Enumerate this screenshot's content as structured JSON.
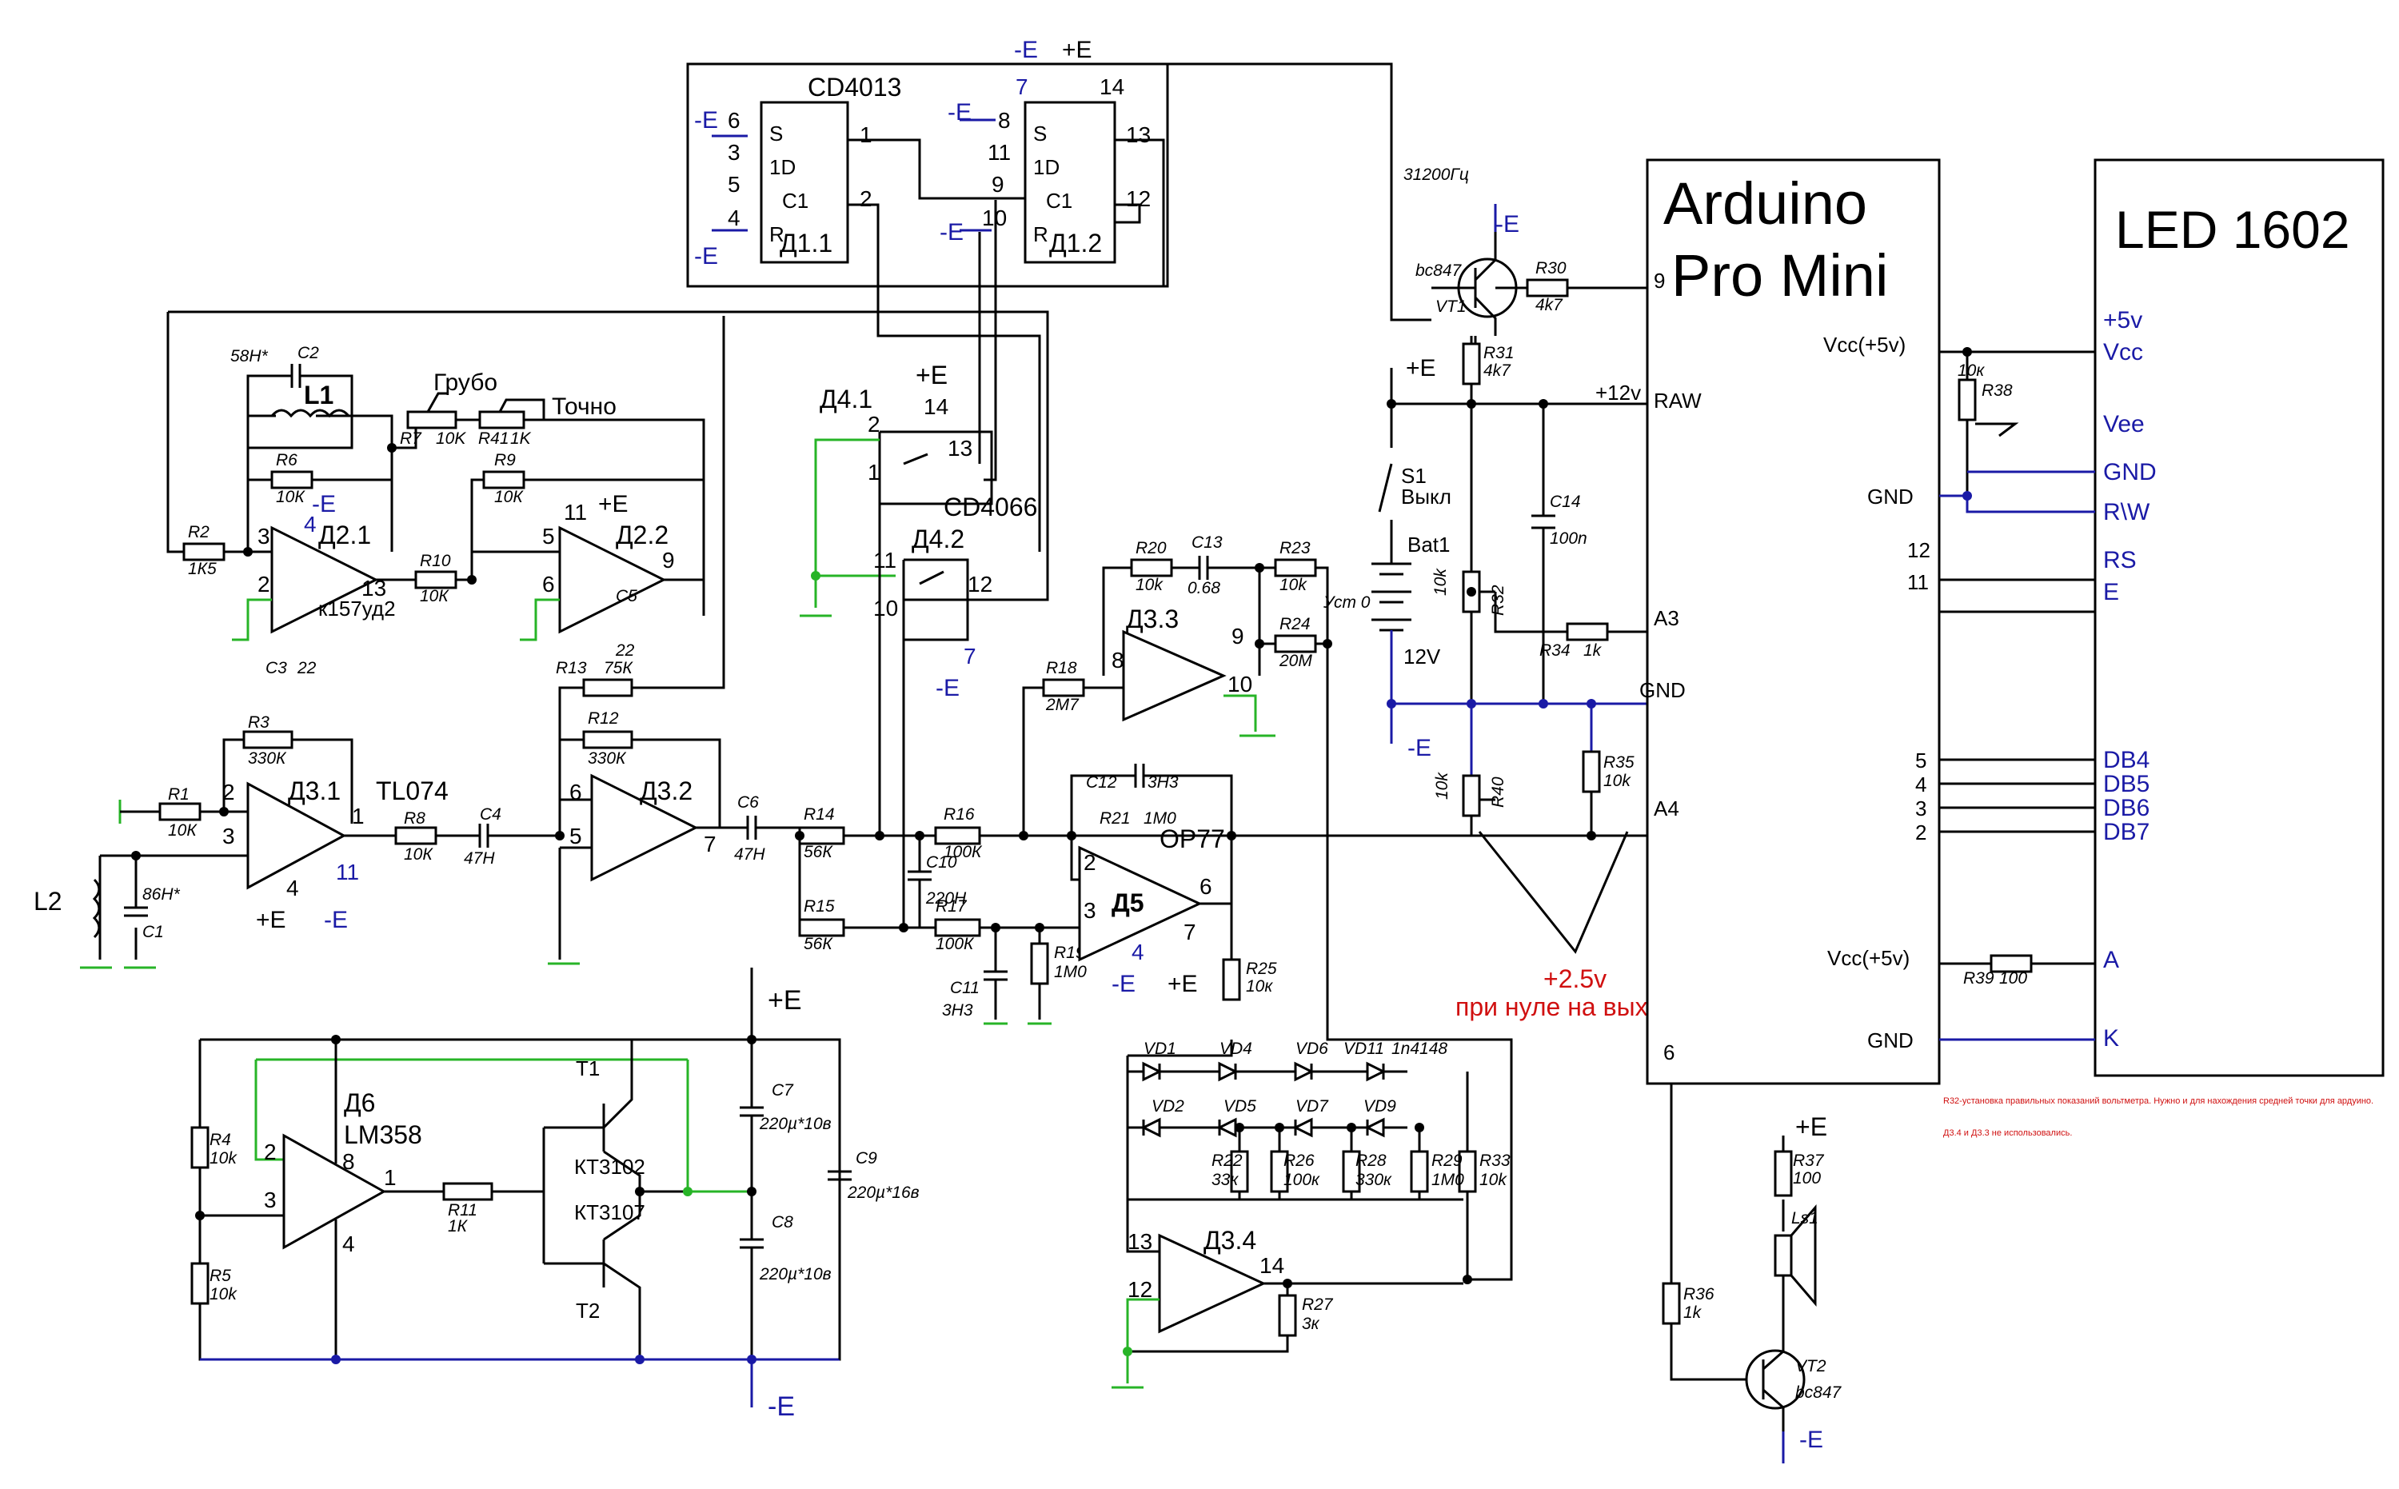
{
  "blocks": {
    "arduino": {
      "title_line1": "Arduino",
      "title_line2": "Pro Mini",
      "pins": {
        "p9": "9",
        "raw": "RAW",
        "raw_v": "+12v",
        "a3": "A3",
        "gnd": "GND",
        "a4": "A4",
        "vcc": "Vcc(+5v)",
        "gnd2": "GND",
        "p12": "12",
        "p11": "11",
        "p5": "5",
        "p4": "4",
        "p3": "3",
        "p2": "2",
        "vcc2": "Vcc(+5v)",
        "gnd3": "GND",
        "p6": "6"
      }
    },
    "lcd": {
      "title": "LED 1602",
      "pins": [
        "+5v",
        "Vcc",
        "Vee",
        "GND",
        "R\\W",
        "RS",
        "E",
        "DB4",
        "DB5",
        "DB6",
        "DB7",
        "A",
        "K"
      ]
    },
    "cd4013": {
      "name": "CD4013",
      "u1": "Д1.1",
      "u2": "Д1.2",
      "s": "S",
      "d": "1D",
      "c": "C1",
      "r": "R",
      "pins": [
        "6",
        "3",
        "5",
        "4",
        "1",
        "2",
        "8",
        "11",
        "9",
        "10",
        "13",
        "12",
        "7",
        "14"
      ]
    },
    "cd4066": {
      "name": "CD4066",
      "u1": "Д4.1",
      "u2": "Д4.2",
      "pins": [
        "2",
        "14",
        "1",
        "13",
        "11",
        "10",
        "12",
        "7"
      ]
    },
    "opamps": {
      "d21": {
        "name": "Д2.1",
        "type": "к157уд2",
        "pins": [
          "3",
          "2",
          "13",
          "4"
        ]
      },
      "d22": {
        "name": "Д2.2",
        "pins": [
          "5",
          "6",
          "9",
          "11"
        ]
      },
      "d31": {
        "name": "Д3.1",
        "type": "TL074",
        "pins": [
          "2",
          "3",
          "1",
          "4",
          "11"
        ]
      },
      "d32": {
        "name": "Д3.2",
        "pins": [
          "6",
          "5",
          "7"
        ]
      },
      "d33": {
        "name": "Д3.3",
        "pins": [
          "8",
          "9",
          "10"
        ]
      },
      "d34": {
        "name": "Д3.4",
        "pins": [
          "13",
          "12",
          "14"
        ]
      },
      "d5": {
        "name": "Д5",
        "type": "OP77",
        "pins": [
          "2",
          "3",
          "6",
          "4",
          "7"
        ]
      },
      "d6": {
        "name": "Д6",
        "type": "LM358",
        "pins": [
          "2",
          "3",
          "8",
          "1",
          "4"
        ]
      }
    },
    "supply": {
      "pos": "+E",
      "neg": "-E"
    }
  },
  "components": {
    "R1": {
      "ref": "R1",
      "val": "10К"
    },
    "R2": {
      "ref": "R2",
      "val": "1К5"
    },
    "R3": {
      "ref": "R3",
      "val": "330К"
    },
    "R4": {
      "ref": "R4",
      "val": "10k"
    },
    "R5": {
      "ref": "R5",
      "val": "10k"
    },
    "R6": {
      "ref": "R6",
      "val": "10К"
    },
    "R7": {
      "ref": "R7",
      "val": "10K"
    },
    "R41": {
      "ref": "R41",
      "val": "1K"
    },
    "R8": {
      "ref": "R8",
      "val": "10К"
    },
    "R9": {
      "ref": "R9",
      "val": "10К"
    },
    "R10": {
      "ref": "R10",
      "val": "10К"
    },
    "R11": {
      "ref": "R11",
      "val": "1К"
    },
    "R12": {
      "ref": "R12",
      "val": "330К"
    },
    "R13": {
      "ref": "R13",
      "val": "75К"
    },
    "R14": {
      "ref": "R14",
      "val": "56К"
    },
    "R15": {
      "ref": "R15",
      "val": "56К"
    },
    "R16": {
      "ref": "R16",
      "val": "100К"
    },
    "R17": {
      "ref": "R17",
      "val": "100К"
    },
    "R18": {
      "ref": "R18",
      "val": "2М7"
    },
    "R19": {
      "ref": "R19",
      "val": "1М0"
    },
    "R20": {
      "ref": "R20",
      "val": "10k"
    },
    "R21": {
      "ref": "R21",
      "val": "1М0"
    },
    "R22": {
      "ref": "R22",
      "val": "33к"
    },
    "R23": {
      "ref": "R23",
      "val": "10k"
    },
    "R24": {
      "ref": "R24",
      "val": "20М"
    },
    "R25": {
      "ref": "R25",
      "val": "10к"
    },
    "R26": {
      "ref": "R26",
      "val": "100к"
    },
    "R27": {
      "ref": "R27",
      "val": "3к"
    },
    "R28": {
      "ref": "R28",
      "val": "330к"
    },
    "R29": {
      "ref": "R29",
      "val": "1М0"
    },
    "R30": {
      "ref": "R30",
      "val": "4k7"
    },
    "R31": {
      "ref": "R31",
      "val": "4k7"
    },
    "R32": {
      "ref": "R32",
      "val": "10k"
    },
    "R33": {
      "ref": "R33",
      "val": "10k"
    },
    "R34": {
      "ref": "R34",
      "val": "1k"
    },
    "R35": {
      "ref": "R35",
      "val": "10k"
    },
    "R36": {
      "ref": "R36",
      "val": "1k"
    },
    "R37": {
      "ref": "R37",
      "val": "100"
    },
    "R38": {
      "ref": "R38",
      "val": "10к"
    },
    "R39": {
      "ref": "R39",
      "val": "100"
    },
    "R40": {
      "ref": "R40",
      "val": "10k"
    },
    "C1": {
      "ref": "C1",
      "val": "86Н*"
    },
    "C2": {
      "ref": "C2",
      "val": "58Н*"
    },
    "C3": {
      "ref": "C3",
      "val": "22"
    },
    "C4": {
      "ref": "C4",
      "val": "47Н"
    },
    "C5": {
      "ref": "C5",
      "val": "22"
    },
    "C6": {
      "ref": "C6",
      "val": "47Н"
    },
    "C7": {
      "ref": "C7",
      "val": "220µ*10в"
    },
    "C8": {
      "ref": "C8",
      "val": "220µ*10в"
    },
    "C9": {
      "ref": "C9",
      "val": "220µ*16в"
    },
    "C10": {
      "ref": "C10",
      "val": "220Н"
    },
    "C11": {
      "ref": "C11",
      "val": "3Н3"
    },
    "C12": {
      "ref": "C12",
      "val": "3Н3"
    },
    "C13": {
      "ref": "C13",
      "val": "0.68"
    },
    "C14": {
      "ref": "C14",
      "val": "100n"
    },
    "L1": "L1",
    "L2": "L2",
    "VT1": {
      "ref": "VT1",
      "type": "bc847"
    },
    "VT2": {
      "ref": "VT2",
      "type": "bc847"
    },
    "T1": "T1",
    "T2": "T2",
    "T1t": "КТ3102",
    "T2t": "КТ3107",
    "S1": {
      "ref": "S1",
      "state": "Выкл"
    },
    "Bat1": {
      "ref": "Bat1",
      "val": "12V"
    },
    "Ls1": "Ls1",
    "diodes": [
      "VD1",
      "VD2",
      "VD4",
      "VD5",
      "VD6",
      "VD7",
      "VD9",
      "VD11"
    ],
    "diode_type": "1n4148"
  },
  "labels": {
    "grubo": "Грубо",
    "tochno": "Точно",
    "freq": "31200Гц",
    "ust0": "Уст 0",
    "half_v": "+2.5v",
    "half_v_note": "при нуле на выходе МД",
    "note1": "R32-установка правильных показаний вольтметра. Нужно и для нахождения средней точки для ардуино.",
    "note2": "Д3.4 и Д3.3 не использовались."
  },
  "colors": {
    "wire": "#000000",
    "blue_net": "#1a1aa6",
    "gnd_net": "#27b427",
    "note": "#d01010"
  }
}
